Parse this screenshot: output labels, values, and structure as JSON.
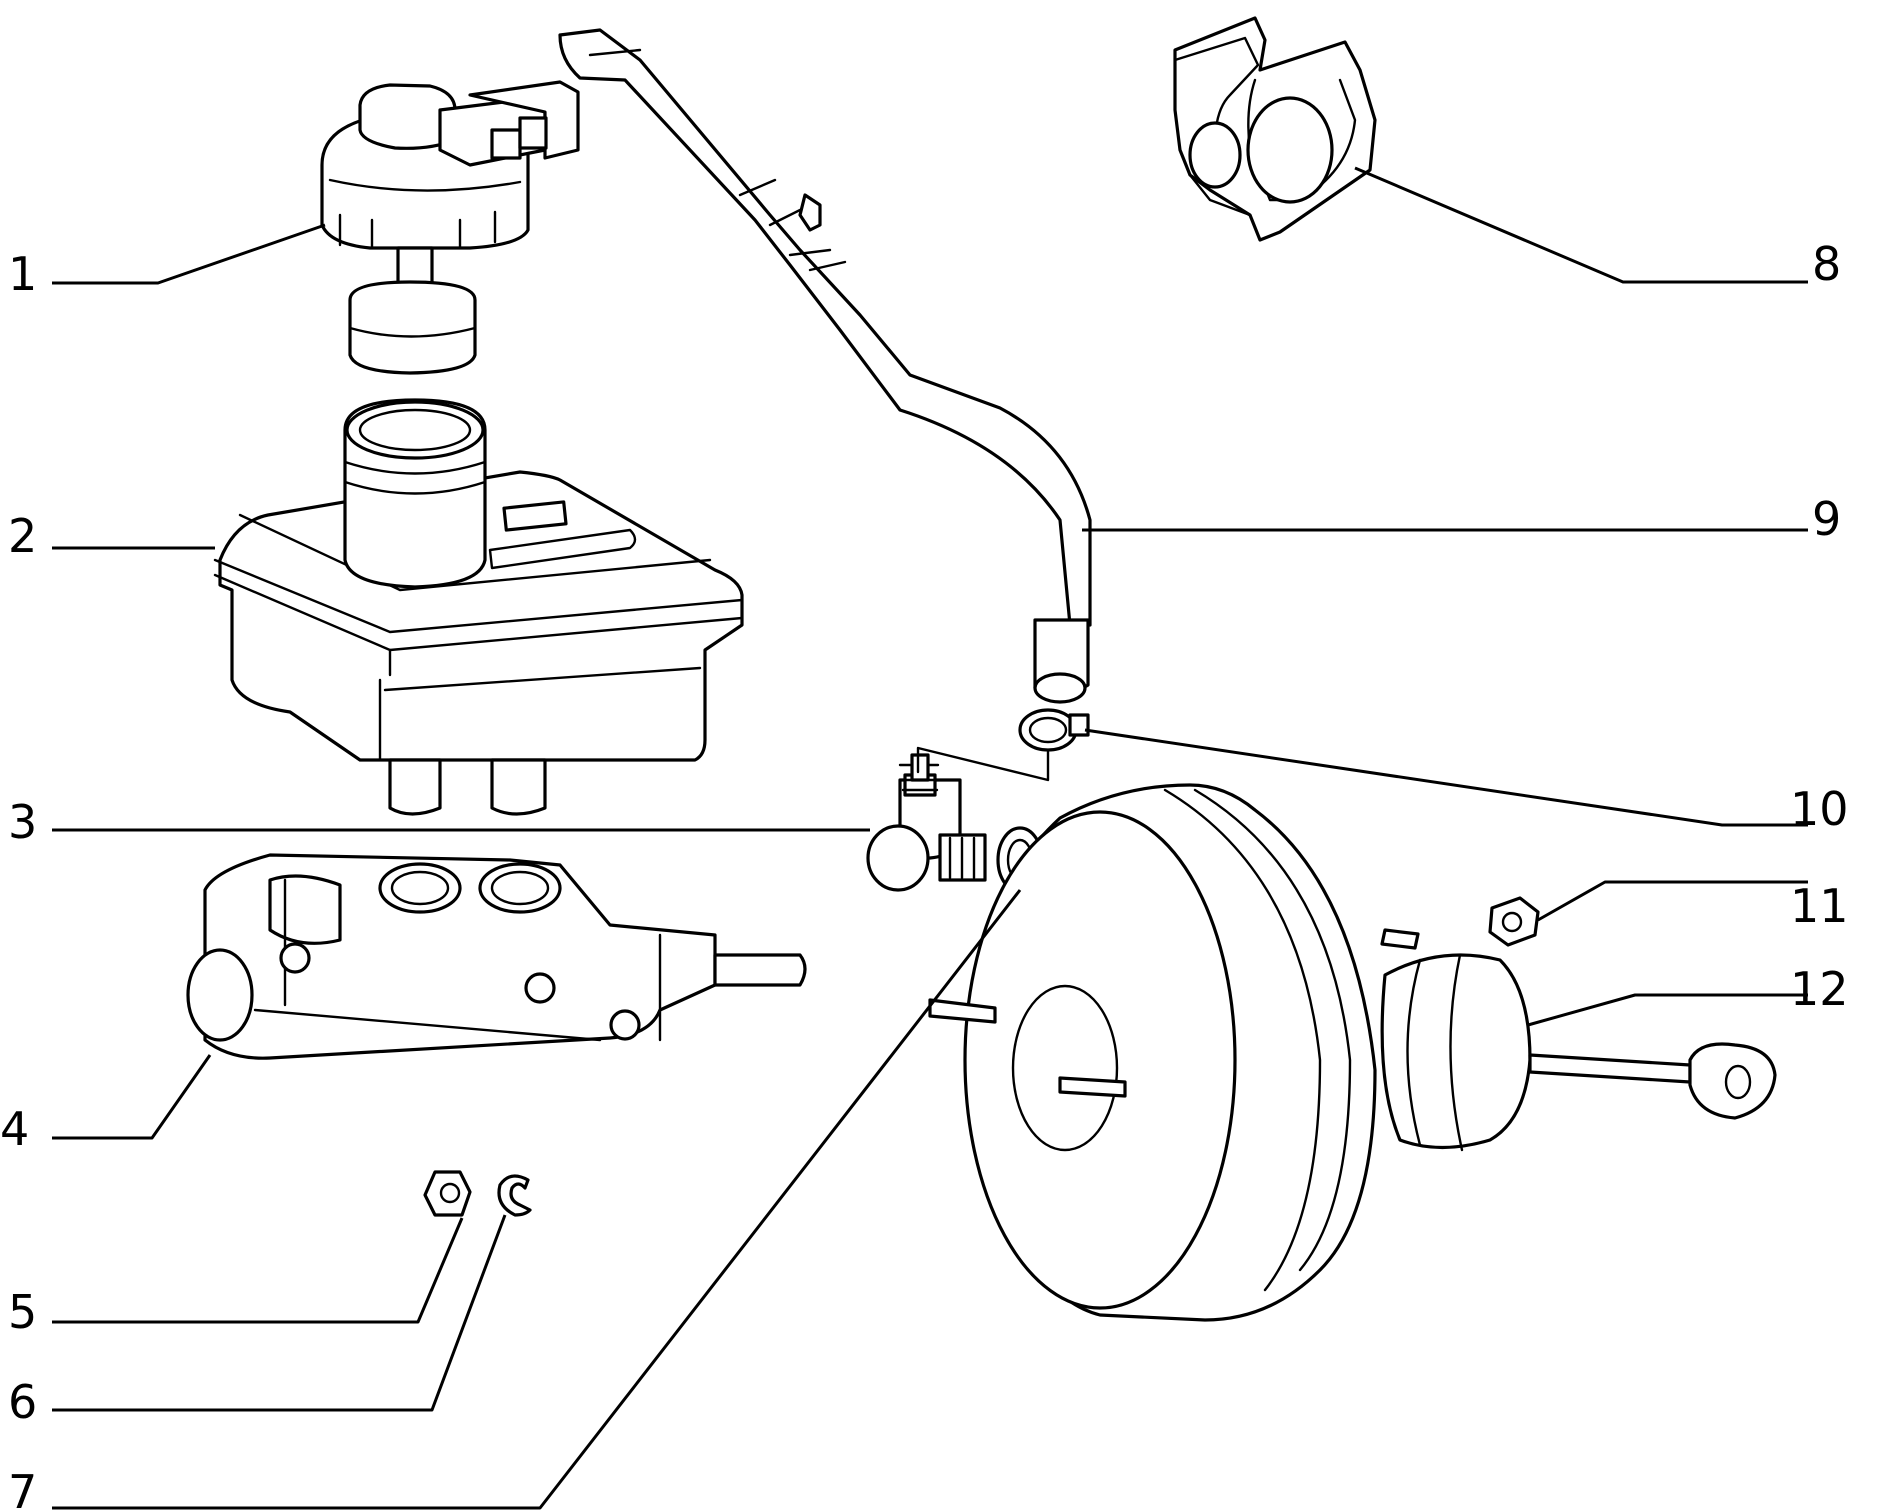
{
  "diagram": {
    "callouts": [
      {
        "id": "1",
        "label": "1"
      },
      {
        "id": "2",
        "label": "2"
      },
      {
        "id": "3",
        "label": "3"
      },
      {
        "id": "4",
        "label": "4"
      },
      {
        "id": "5",
        "label": "5"
      },
      {
        "id": "6",
        "label": "6"
      },
      {
        "id": "7",
        "label": "7"
      },
      {
        "id": "8",
        "label": "8"
      },
      {
        "id": "9",
        "label": "9"
      },
      {
        "id": "10",
        "label": "10"
      },
      {
        "id": "11",
        "label": "11"
      },
      {
        "id": "12",
        "label": "12"
      }
    ],
    "line_color": "#000000",
    "background": "#ffffff"
  }
}
